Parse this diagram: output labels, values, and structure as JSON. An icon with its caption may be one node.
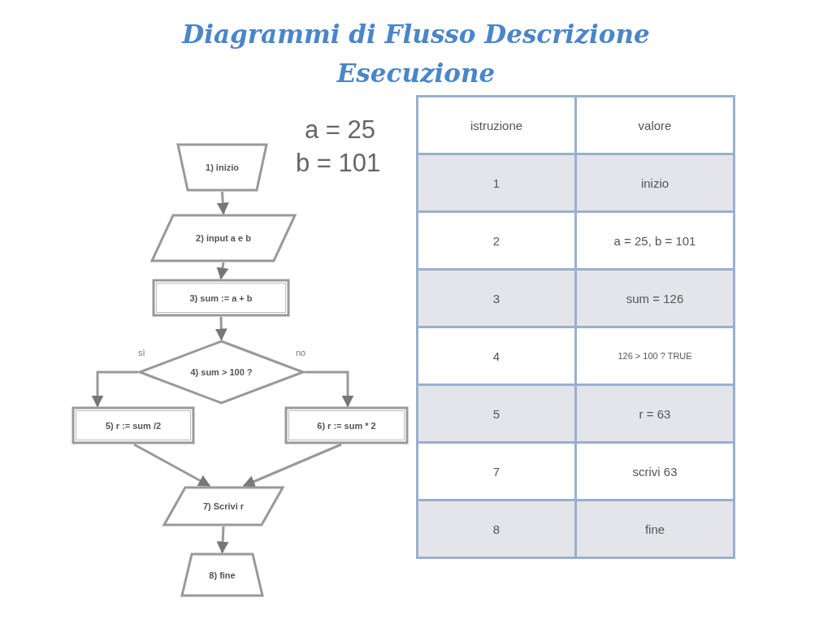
{
  "diagram": {
    "title": "Diagrammi di Flusso Descrizione Esecuzione",
    "nodes": [
      {
        "text": [
          "1) inizio"
        ]
      },
      {
        "text": [
          "2) input a e b"
        ]
      },
      {
        "text": [
          "3) sum := a + b"
        ]
      },
      {
        "text": [
          "4) sum > 100 ?"
        ]
      },
      {
        "text": [
          "5) r := sum /2"
        ]
      },
      {
        "text": [
          "6) r := sum * 2"
        ]
      },
      {
        "text": [
          "7) Scrivi r"
        ]
      },
      {
        "text": [
          "8) fine"
        ]
      }
    ],
    "edges": [
      {
        "from": 0,
        "to": 1,
        "arrow": "to"
      },
      {
        "from": 1,
        "to": 2,
        "arrow": "to"
      },
      {
        "from": 2,
        "to": 3,
        "arrow": "to"
      },
      {
        "from": 3,
        "to": 4,
        "arrow": "to",
        "label": "sì"
      },
      {
        "from": 3,
        "to": 5,
        "arrow": "to",
        "label": "no"
      },
      {
        "from": 4,
        "to": 6,
        "arrow": "to"
      },
      {
        "from": 5,
        "to": 6,
        "arrow": "to"
      },
      {
        "from": 6,
        "to": 7,
        "arrow": "to"
      }
    ],
    "labels": [
      "a = 25",
      "b = 101",
      "istruzione",
      "valore",
      "1",
      "inizio",
      "2",
      "a = 25, b = 101",
      "3",
      "sum = 126",
      "4",
      "126 > 100 ? TRUE",
      "5",
      "r = 63",
      "7",
      "scrivi 63",
      "8",
      "fine"
    ]
  }
}
